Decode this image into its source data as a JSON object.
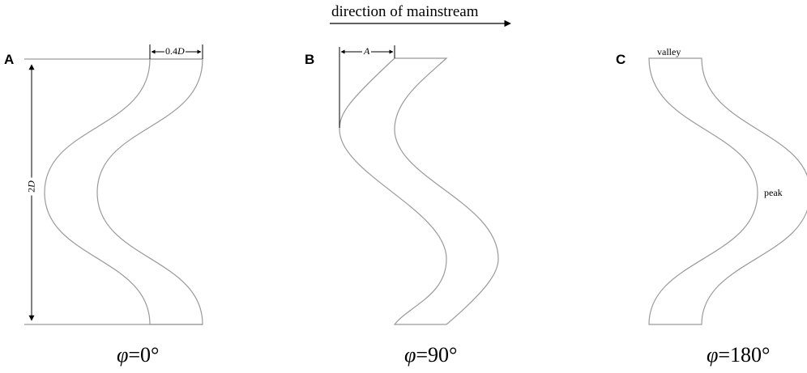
{
  "header": {
    "mainstream_label": "direction of mainstream"
  },
  "panels": [
    {
      "letter": "A",
      "phase_symbol": "φ",
      "phase_value": "=0°",
      "dim_width_prefix": "0.4",
      "dim_width_var": "D",
      "dim_height_prefix": "2",
      "dim_height_var": "D"
    },
    {
      "letter": "B",
      "phase_symbol": "φ",
      "phase_value": "=90°",
      "dim_amp_var": "A"
    },
    {
      "letter": "C",
      "phase_symbol": "φ",
      "phase_value": "=180°",
      "label_valley": "valley",
      "label_peak": "peak"
    }
  ],
  "colors": {
    "outline": "#9a9a9a",
    "ink": "#000000"
  }
}
